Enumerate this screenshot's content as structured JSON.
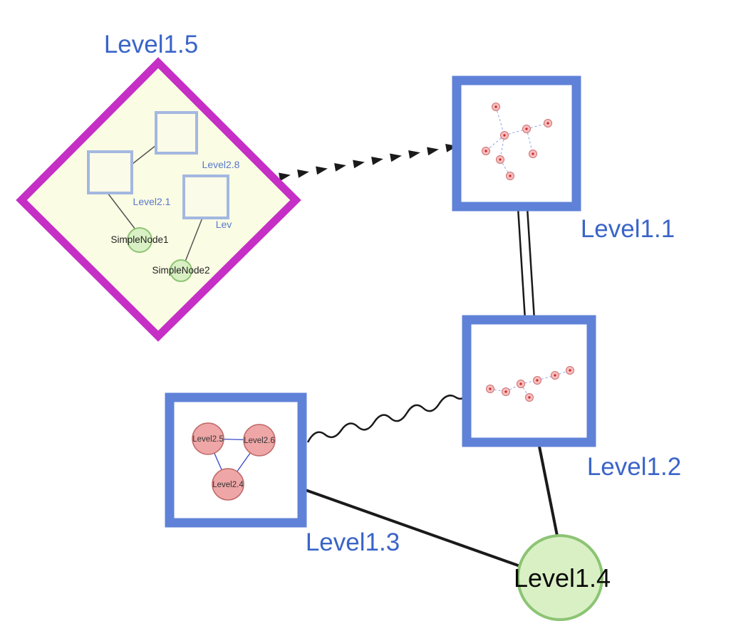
{
  "nodes": {
    "level15": {
      "label": "Level1.5",
      "type": "group-diamond"
    },
    "level11": {
      "label": "Level1.1",
      "type": "group-square"
    },
    "level12": {
      "label": "Level1.2",
      "type": "group-square"
    },
    "level13": {
      "label": "Level1.3",
      "type": "group-square"
    },
    "level14": {
      "label": "Level1.4",
      "type": "circle"
    }
  },
  "subnodes": {
    "level28": {
      "label": "Level2.8"
    },
    "level21": {
      "label": "Level2.1"
    },
    "lev": {
      "label": "Lev"
    },
    "simplenode1": {
      "label": "SimpleNode1"
    },
    "simplenode2": {
      "label": "SimpleNode2"
    },
    "level25": {
      "label": "Level2.5"
    },
    "level26": {
      "label": "Level2.6"
    },
    "level24": {
      "label": "Level2.4"
    }
  },
  "edges": [
    {
      "from": "Level1.5",
      "to": "Level1.1",
      "style": "thick-dashed-arrowheads"
    },
    {
      "from": "Level1.1",
      "to": "Level1.2",
      "style": "double-line"
    },
    {
      "from": "Level1.3",
      "to": "Level1.2",
      "style": "wavy"
    },
    {
      "from": "Level1.3",
      "to": "Level1.4",
      "style": "solid"
    },
    {
      "from": "Level1.2",
      "to": "Level1.4",
      "style": "solid"
    },
    {
      "from": "Level2.1",
      "to": "SimpleNode1",
      "style": "thin"
    },
    {
      "from": "Level2.8",
      "to": "Level2.1",
      "style": "thin"
    },
    {
      "from": "Lev",
      "to": "SimpleNode2",
      "style": "thin"
    },
    {
      "from": "Level2.5",
      "to": "Level2.6",
      "style": "thin-blue"
    },
    {
      "from": "Level2.5",
      "to": "Level2.4",
      "style": "thin-blue"
    },
    {
      "from": "Level2.6",
      "to": "Level2.4",
      "style": "thin-blue"
    }
  ],
  "colors": {
    "group_border": "#C52FC5",
    "group_fill": "#FBFCE4",
    "node_border": "#5F82D8",
    "label_blue": "#3A64C8",
    "label_sub_blue": "#5878CC",
    "inner_fill": "#FAFBE8",
    "inner_border": "#A3B8E0",
    "green_fill": "#D9F0C4",
    "green_border": "#8CC474",
    "pink_fill": "#EFA6A6",
    "pink_border": "#C06868"
  }
}
